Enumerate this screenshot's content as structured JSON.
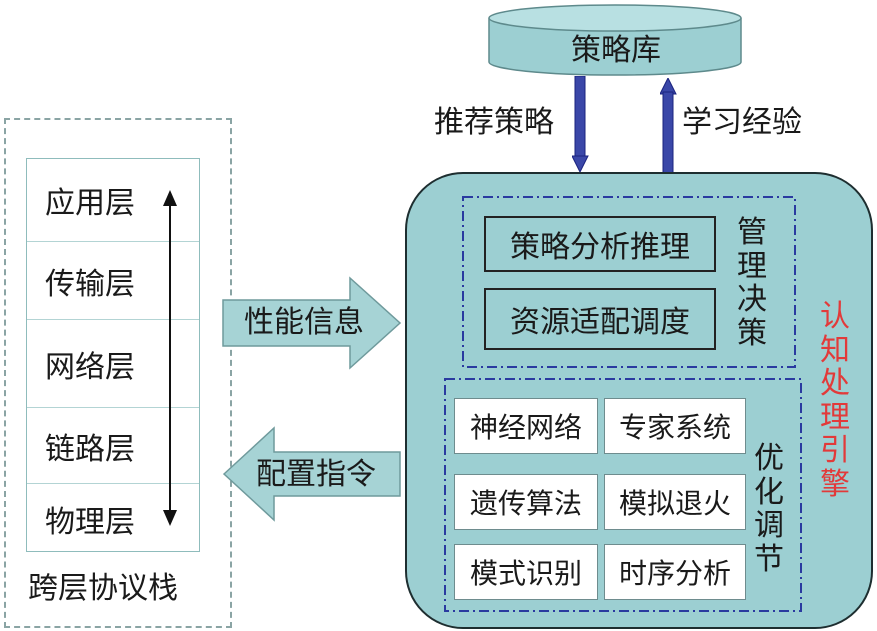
{
  "stack": {
    "title": "跨层协议栈",
    "layers": [
      "应用层",
      "传输层",
      "网络层",
      "链路层",
      "物理层"
    ]
  },
  "arrows": {
    "performance": "性能信息",
    "config": "配置指令",
    "recommend": "推荐策略",
    "learn": "学习经验"
  },
  "database": {
    "label": "策略库"
  },
  "engine": {
    "title": "认知处理引擎",
    "management": {
      "title": "管理决策",
      "items": [
        "策略分析推理",
        "资源适配调度"
      ]
    },
    "optimization": {
      "title": "优化调节",
      "items": [
        "神经网络",
        "专家系统",
        "遗传算法",
        "模拟退火",
        "模式识别",
        "时序分析"
      ]
    }
  },
  "colors": {
    "engine_fill": "#9ccfd2",
    "arrow_fill": "#a6d3d5",
    "arrow_dark": "#3a47a8",
    "title_red": "#e23a3a",
    "dash_blue": "#2a3aa0"
  }
}
